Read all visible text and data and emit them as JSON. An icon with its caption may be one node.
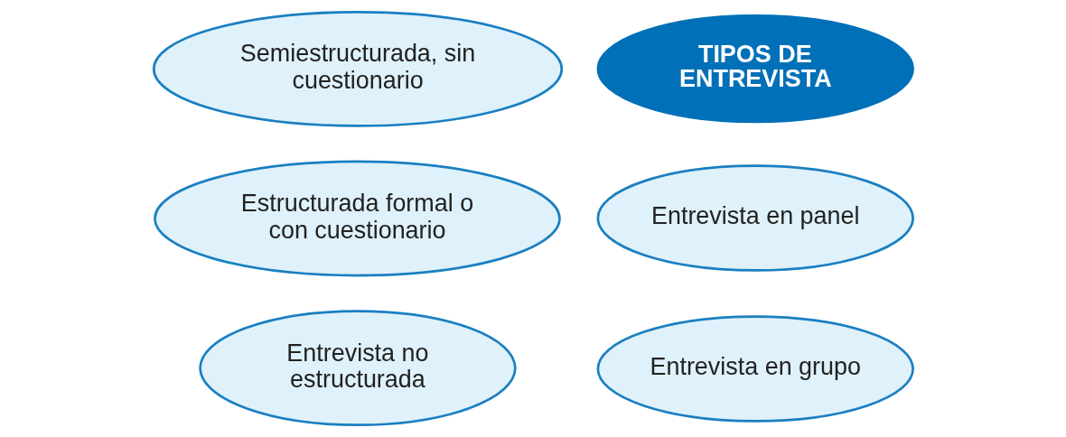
{
  "diagram": {
    "nodes": [
      {
        "text": [
          "TIPOS DE ENTREVISTA"
        ]
      },
      {
        "text": [
          "Estructurada formal o con cuestionario"
        ]
      },
      {
        "text": [
          "Semiestructurada, sin cuestionario"
        ]
      },
      {
        "text": [
          "Entrevista no estructurada"
        ]
      },
      {
        "text": [
          "Entrevista en panel"
        ]
      },
      {
        "text": [
          "Entrevista en grupo"
        ]
      }
    ],
    "edges": []
  }
}
